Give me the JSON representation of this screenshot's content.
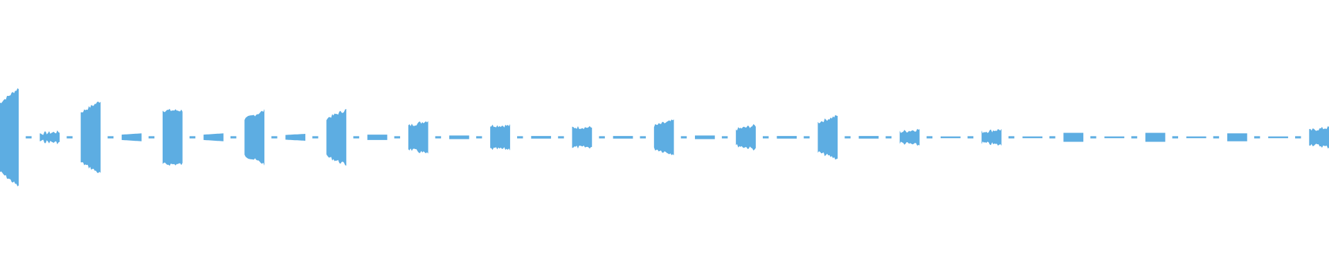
{
  "waveform": {
    "color": "#5dade2",
    "segments": [
      {
        "type": "burst",
        "amp": 0.5,
        "shape": "decay"
      },
      {
        "type": "silence",
        "amp": 0.012
      },
      {
        "type": "burst",
        "amp": 0.055,
        "shape": "grow"
      },
      {
        "type": "silence",
        "amp": 0.012
      },
      {
        "type": "burst",
        "amp": 0.37,
        "shape": "grow"
      },
      {
        "type": "silence",
        "amp": 0.012
      },
      {
        "type": "burst",
        "amp": 0.04,
        "shape": "grow"
      },
      {
        "type": "silence",
        "amp": 0.012
      },
      {
        "type": "burst",
        "amp": 0.3,
        "shape": "flat"
      },
      {
        "type": "silence",
        "amp": 0.012
      },
      {
        "type": "burst",
        "amp": 0.04,
        "shape": "grow"
      },
      {
        "type": "silence",
        "amp": 0.012
      },
      {
        "type": "burst",
        "amp": 0.27,
        "shape": "grow"
      },
      {
        "type": "silence",
        "amp": 0.012
      },
      {
        "type": "burst",
        "amp": 0.035,
        "shape": "grow"
      },
      {
        "type": "silence",
        "amp": 0.012
      },
      {
        "type": "burst",
        "amp": 0.28,
        "shape": "grow"
      },
      {
        "type": "silence",
        "amp": 0.012
      },
      {
        "type": "burst",
        "amp": 0.03,
        "shape": "flat"
      },
      {
        "type": "silence",
        "amp": 0.012
      },
      {
        "type": "burst",
        "amp": 0.17,
        "shape": "grow"
      },
      {
        "type": "silence",
        "amp": 0.012
      },
      {
        "type": "burst",
        "amp": 0.02,
        "shape": "flat"
      },
      {
        "type": "silence",
        "amp": 0.012
      },
      {
        "type": "burst",
        "amp": 0.13,
        "shape": "flat"
      },
      {
        "type": "silence",
        "amp": 0.012
      },
      {
        "type": "burst",
        "amp": 0.015,
        "shape": "flat"
      },
      {
        "type": "silence",
        "amp": 0.012
      },
      {
        "type": "burst",
        "amp": 0.11,
        "shape": "flat"
      },
      {
        "type": "silence",
        "amp": 0.012
      },
      {
        "type": "burst",
        "amp": 0.015,
        "shape": "flat"
      },
      {
        "type": "silence",
        "amp": 0.012
      },
      {
        "type": "burst",
        "amp": 0.17,
        "shape": "grow"
      },
      {
        "type": "silence",
        "amp": 0.012
      },
      {
        "type": "burst",
        "amp": 0.02,
        "shape": "flat"
      },
      {
        "type": "silence",
        "amp": 0.012
      },
      {
        "type": "burst",
        "amp": 0.12,
        "shape": "grow"
      },
      {
        "type": "silence",
        "amp": 0.012
      },
      {
        "type": "burst",
        "amp": 0.015,
        "shape": "flat"
      },
      {
        "type": "silence",
        "amp": 0.012
      },
      {
        "type": "burst",
        "amp": 0.22,
        "shape": "grow"
      },
      {
        "type": "silence",
        "amp": 0.012
      },
      {
        "type": "burst",
        "amp": 0.015,
        "shape": "flat"
      },
      {
        "type": "silence",
        "amp": 0.012
      },
      {
        "type": "burst",
        "amp": 0.08,
        "shape": "grow"
      },
      {
        "type": "silence",
        "amp": 0.012
      },
      {
        "type": "burst",
        "amp": 0.01,
        "shape": "flat"
      },
      {
        "type": "silence",
        "amp": 0.012
      },
      {
        "type": "burst",
        "amp": 0.08,
        "shape": "grow"
      },
      {
        "type": "silence",
        "amp": 0.012
      },
      {
        "type": "burst",
        "amp": 0.01,
        "shape": "flat"
      },
      {
        "type": "silence",
        "amp": 0.012
      },
      {
        "type": "burst",
        "amp": 0.05,
        "shape": "flat"
      },
      {
        "type": "silence",
        "amp": 0.012
      },
      {
        "type": "burst",
        "amp": 0.01,
        "shape": "flat"
      },
      {
        "type": "silence",
        "amp": 0.012
      },
      {
        "type": "burst",
        "amp": 0.05,
        "shape": "flat"
      },
      {
        "type": "silence",
        "amp": 0.012
      },
      {
        "type": "burst",
        "amp": 0.01,
        "shape": "flat"
      },
      {
        "type": "silence",
        "amp": 0.012
      },
      {
        "type": "burst",
        "amp": 0.045,
        "shape": "flat"
      },
      {
        "type": "silence",
        "amp": 0.012
      },
      {
        "type": "burst",
        "amp": 0.01,
        "shape": "flat"
      },
      {
        "type": "silence",
        "amp": 0.012
      },
      {
        "type": "burst",
        "amp": 0.1,
        "shape": "grow"
      }
    ]
  }
}
